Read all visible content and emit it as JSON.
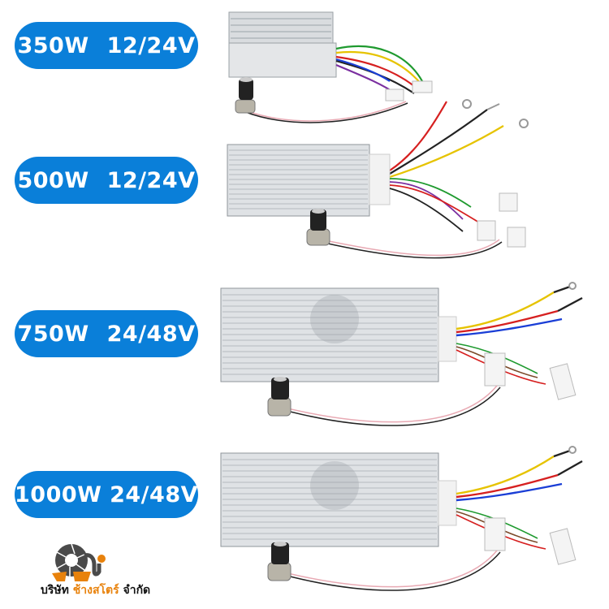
{
  "products": [
    {
      "power": "350W",
      "voltage": "12/24V"
    },
    {
      "power": "500W",
      "voltage": "12/24V"
    },
    {
      "power": "750W",
      "voltage": "24/48V"
    },
    {
      "power": "1000W",
      "voltage": "24/48V"
    }
  ],
  "brand": {
    "prefix": "บริษัท",
    "name": "ช้างสโตร์",
    "suffix": "จำกัด",
    "logo_icon": "elephant-shutter-logo"
  },
  "colors": {
    "pill_bg": "#0a7fd9",
    "pill_text": "#ffffff",
    "brand_accent": "#e8820c",
    "logo_gray": "#4a4a4a"
  }
}
